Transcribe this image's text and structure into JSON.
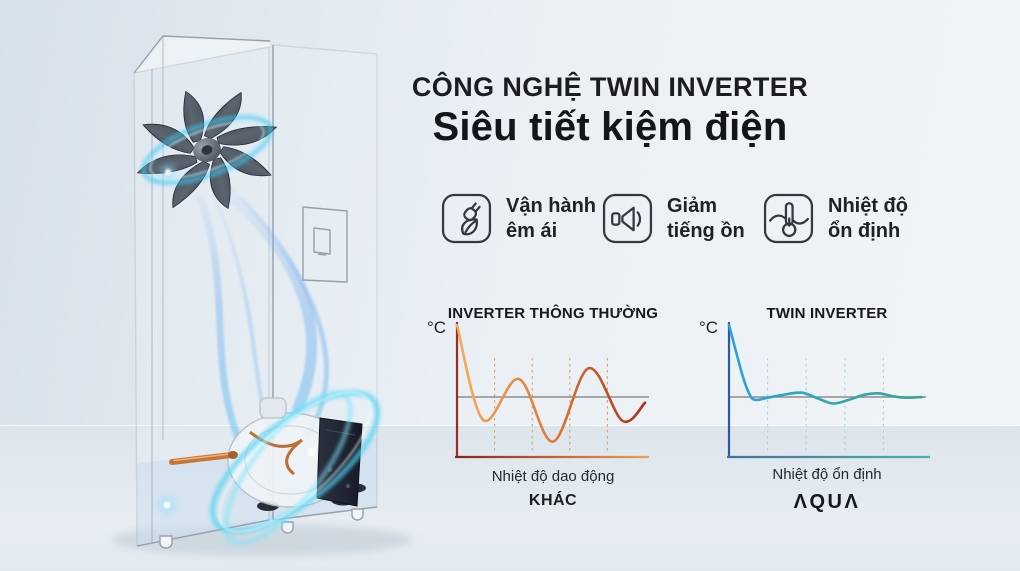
{
  "header": {
    "kicker": "CÔNG NGHỆ TWIN INVERTER",
    "title": "Siêu tiết kiệm điện"
  },
  "features": [
    {
      "icon": "plug-leaf-icon",
      "label": "Vận hành\nêm ái"
    },
    {
      "icon": "speaker-icon",
      "label": "Giảm\ntiếng ồn"
    },
    {
      "icon": "thermometer-icon",
      "label": "Nhiệt độ\nổn định"
    }
  ],
  "chart_data": [
    {
      "type": "line",
      "title": "INVERTER THÔNG THƯỜNG",
      "ylabel": "°C",
      "caption": "Nhiệt độ dao động",
      "brand": "KHÁC",
      "x_range": [
        0,
        100
      ],
      "baseline_value": 0,
      "points": [
        [
          0,
          100
        ],
        [
          14,
          -32
        ],
        [
          33,
          25
        ],
        [
          51,
          -62
        ],
        [
          70,
          40
        ],
        [
          88,
          -33
        ],
        [
          100,
          -8
        ]
      ],
      "gridlines_x": [
        20,
        40,
        60,
        80
      ],
      "legend_position": "none",
      "colors": {
        "curve_start": "#F2AE5C",
        "curve_mid": "#DD7A36",
        "curve_end": "#AC2F1F",
        "axis_y": "#9C2B20",
        "axis_x_start": "#8C241C",
        "axis_x_end": "#EDA04F",
        "gridline": "#D9A05F",
        "baseline": "#8D8D8D"
      }
    },
    {
      "type": "line",
      "title": "TWIN INVERTER",
      "ylabel": "°C",
      "caption": "Nhiệt độ ổn định",
      "brand": "AQUA",
      "brand_display": "ΛQUΛ",
      "x_range": [
        0,
        100
      ],
      "baseline_value": 0,
      "points": [
        [
          0,
          100
        ],
        [
          7,
          30
        ],
        [
          11,
          2
        ],
        [
          14,
          -4
        ],
        [
          20,
          -1
        ],
        [
          30,
          4
        ],
        [
          38,
          6
        ],
        [
          46,
          -2
        ],
        [
          54,
          -9
        ],
        [
          62,
          -4
        ],
        [
          70,
          3
        ],
        [
          78,
          5
        ],
        [
          85,
          1
        ],
        [
          92,
          -1
        ],
        [
          100,
          0
        ]
      ],
      "gridlines_x": [
        20,
        40,
        60,
        80
      ],
      "legend_position": "none",
      "colors": {
        "curve_start": "#2AA0DE",
        "curve_mid": "#2FA6B5",
        "curve_end": "#34A792",
        "axis_y": "#2B5A9E",
        "axis_x_start": "#46709B",
        "axis_x_end": "#4AB3AB",
        "gridline": "#A9D4E4",
        "baseline": "#8D8D8D"
      }
    }
  ]
}
